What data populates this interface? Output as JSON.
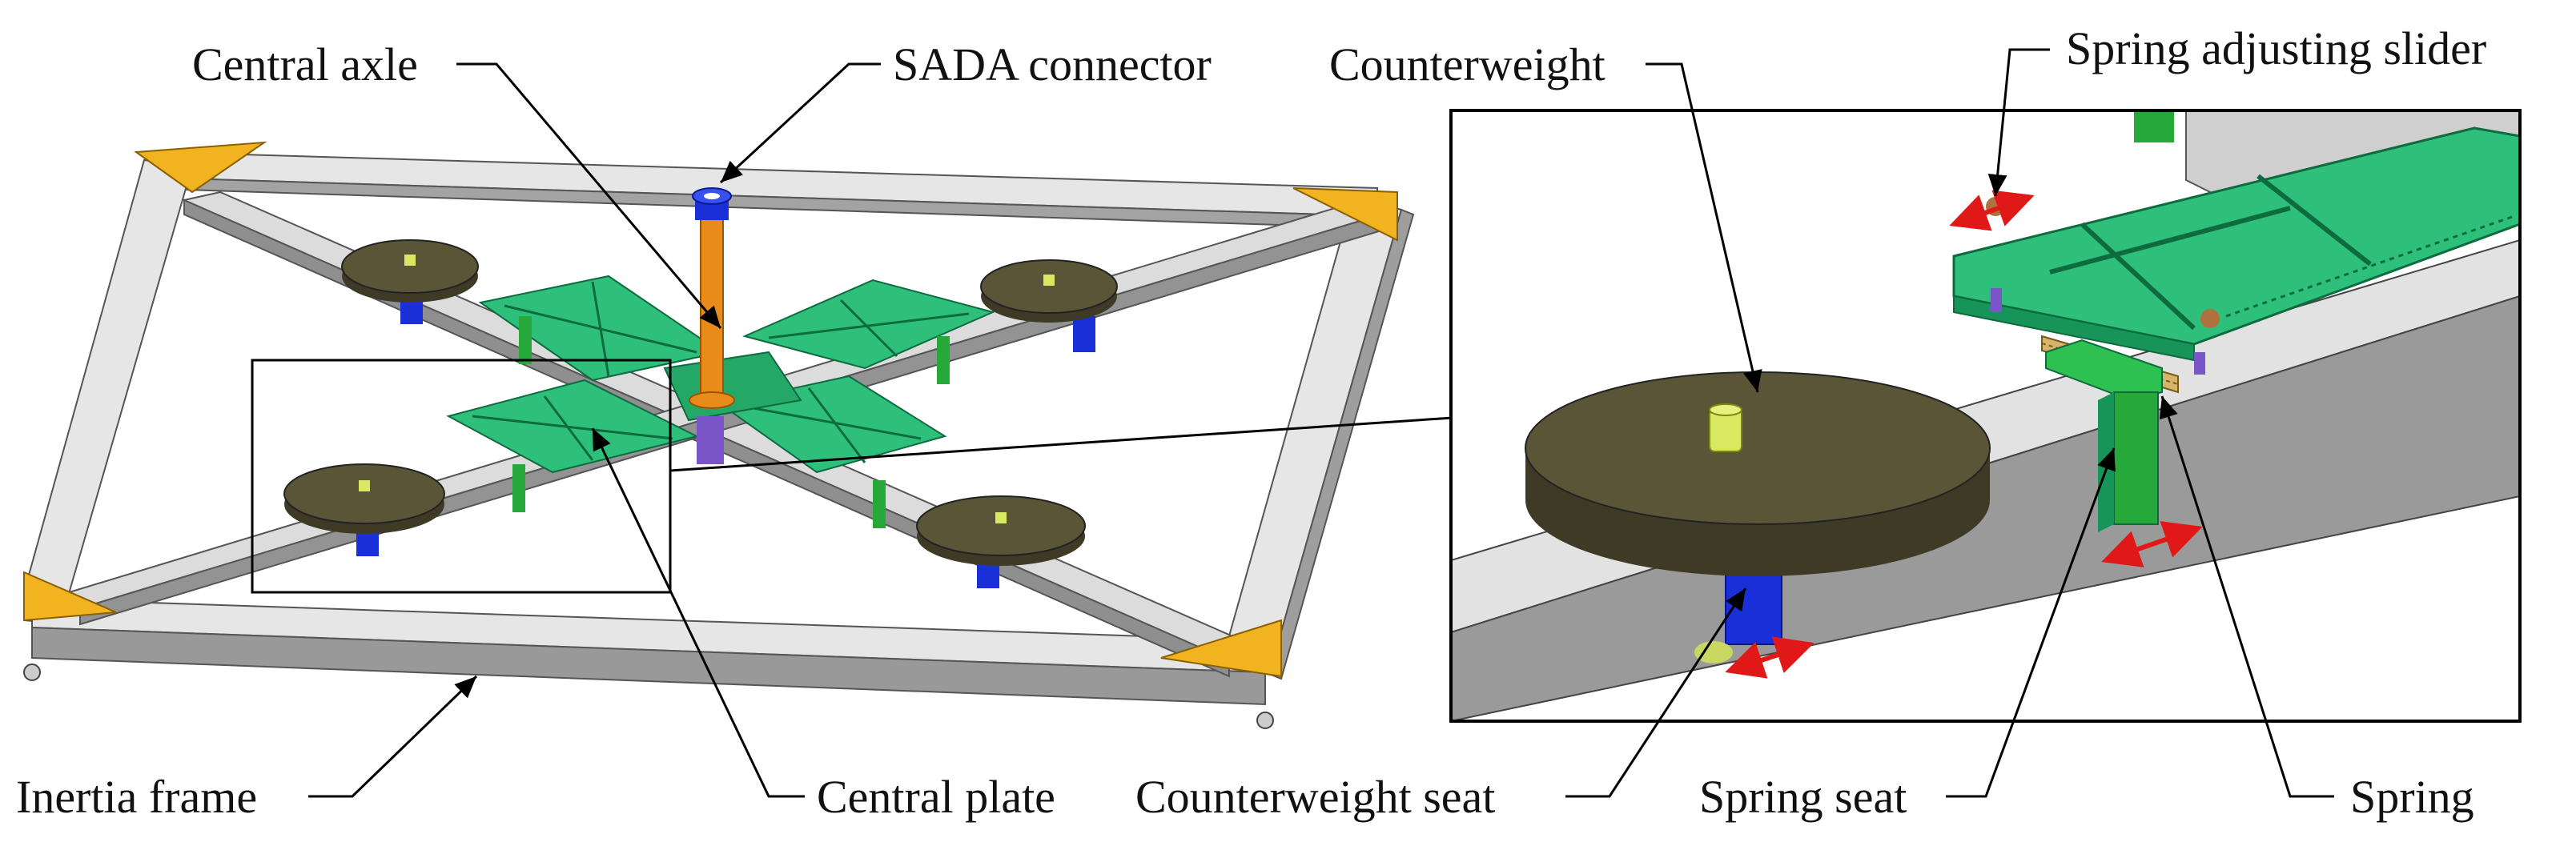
{
  "labels": {
    "central_axle": "Central axle",
    "sada_connector": "SADA connector",
    "counterweight": "Counterweight",
    "spring_adjusting_slider": "Spring adjusting slider",
    "inertia_frame": "Inertia frame",
    "central_plate": "Central plate",
    "counterweight_seat": "Counterweight seat",
    "spring_seat": "Spring seat",
    "spring": "Spring"
  },
  "colors": {
    "frame_top": "#e4e4e4",
    "frame_side": "#9a9a9a",
    "frame_dark": "#7d7d7d",
    "plate_green": "#2ec07a",
    "plate_green_dark": "#16945a",
    "counterweight": "#5b5538",
    "counterweight_dark": "#3f3a25",
    "corner_bracket": "#f2b320",
    "axle_orange": "#e98b1a",
    "seat_blue": "#1a2fd8",
    "bracket_green": "#26a83a",
    "spring_color": "#d6b56a",
    "nut_yellow": "#d8e860",
    "arrow_red": "#e01818"
  }
}
